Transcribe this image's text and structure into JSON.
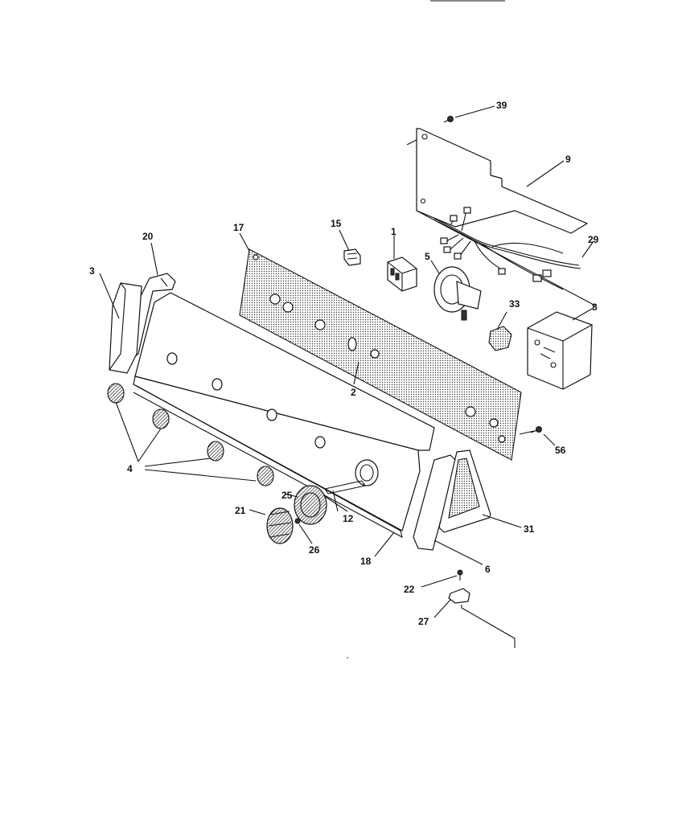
{
  "diagram": {
    "part_labels": {
      "p1": "1",
      "p2": "2",
      "p3": "3",
      "p4": "4",
      "p5": "5",
      "p6": "6",
      "p8": "8",
      "p9": "9",
      "p12": "12",
      "p15": "15",
      "p17": "17",
      "p18": "18",
      "p20": "20",
      "p21": "21",
      "p22": "22",
      "p25": "25",
      "p26": "26",
      "p27": "27",
      "p29": "29",
      "p31": "31",
      "p33": "33",
      "p39": "39",
      "p56": "56"
    }
  }
}
